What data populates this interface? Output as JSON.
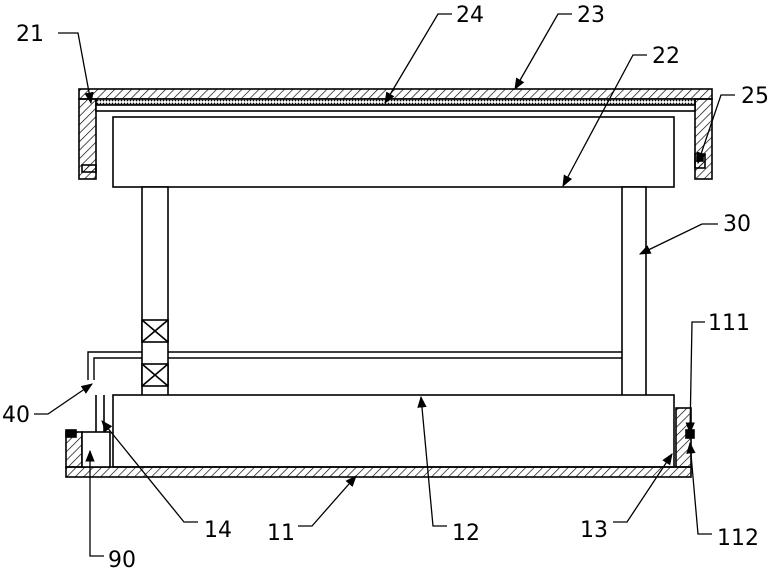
{
  "labels": {
    "l21": "21",
    "l24": "24",
    "l23": "23",
    "l22": "22",
    "l25": "25",
    "l30": "30",
    "l111": "111",
    "l40": "40",
    "l14": "14",
    "l11": "11",
    "l12": "12",
    "l13": "13",
    "l112": "112",
    "l90": "90"
  }
}
